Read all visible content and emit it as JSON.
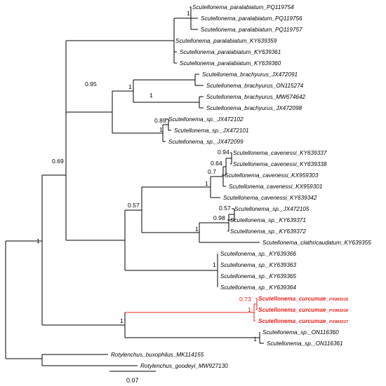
{
  "colors": {
    "branch": "#000000",
    "highlight": "#e8201c",
    "background": "#ffffff"
  },
  "scale_bar": {
    "label": "0.07"
  },
  "taxa": [
    {
      "id": "t1",
      "name": "Scutellonema_paralabiatum_PQ119754",
      "highlight": false
    },
    {
      "id": "t2",
      "name": "Scutellonema_paralabiatum_PQ119756",
      "highlight": false
    },
    {
      "id": "t3",
      "name": "Scutellonema_paralabiatum_PQ119757",
      "highlight": false
    },
    {
      "id": "t4",
      "name": "Scutellonema_paralabiatum_KY639359",
      "highlight": false
    },
    {
      "id": "t5",
      "name": "Scutellonema_paralabiatum_KY639361",
      "highlight": false
    },
    {
      "id": "t6",
      "name": "Scutellonema_paralabiatum_KY639360",
      "highlight": false
    },
    {
      "id": "t7",
      "name": "Scutellonema_brachyurus_JX472091",
      "highlight": false
    },
    {
      "id": "t8",
      "name": "Scutellonema_brachyurus_ON115274",
      "highlight": false
    },
    {
      "id": "t9",
      "name": "Scutellonema_brachyurus_MW674642",
      "highlight": false
    },
    {
      "id": "t10",
      "name": "Scutellonema_brachyurus_JX472098",
      "highlight": false
    },
    {
      "id": "t11",
      "name": "Scutellonema_sp._JX472102",
      "highlight": false
    },
    {
      "id": "t12",
      "name": "Scutellonema_sp._JX472101",
      "highlight": false
    },
    {
      "id": "t13",
      "name": "Scutellonema_sp._JX472099",
      "highlight": false
    },
    {
      "id": "t14",
      "name": "Scutellonema_cavenessi_KY639337",
      "highlight": false
    },
    {
      "id": "t15",
      "name": "Scutellonema_cavenessi_KY639338",
      "highlight": false
    },
    {
      "id": "t16",
      "name": "Scutellonema_cavenessi_KX959303",
      "highlight": false
    },
    {
      "id": "t17",
      "name": "Scutellonema_cavenessi_KX959301",
      "highlight": false
    },
    {
      "id": "t18",
      "name": "Scutellonema_cavenessi_KY639342",
      "highlight": false
    },
    {
      "id": "t19",
      "name": "Scutellonema_sp._JX472105",
      "highlight": false
    },
    {
      "id": "t20",
      "name": "Scutellonema_sp._KY639371",
      "highlight": false
    },
    {
      "id": "t21",
      "name": "Scutellonema_sp._KY639372",
      "highlight": false
    },
    {
      "id": "t22",
      "name": "Scutellonema_clathricaudatum_KY639355",
      "highlight": false
    },
    {
      "id": "t23",
      "name": "Scutellonema_sp._KY639366",
      "highlight": false
    },
    {
      "id": "t24",
      "name": "Scutellonema_sp._KY639363",
      "highlight": false
    },
    {
      "id": "t25",
      "name": "Scutellonema_sp._KY639365",
      "highlight": false
    },
    {
      "id": "t26",
      "name": "Scutellonema_sp._KY639364",
      "highlight": false
    },
    {
      "id": "t27",
      "name": "Scutellonema_curcumae_",
      "accession": "PX983035",
      "highlight": true
    },
    {
      "id": "t28",
      "name": "Scutellonema_curcumae_",
      "accession": "PX983036",
      "highlight": true
    },
    {
      "id": "t29",
      "name": "Scutellonema_curcumae_",
      "accession": "PX983037",
      "highlight": true
    },
    {
      "id": "t30",
      "name": "Scutellonema_sp._ON116360",
      "highlight": false
    },
    {
      "id": "t31",
      "name": "Scutellonema_sp._ON116361",
      "highlight": false
    },
    {
      "id": "t32",
      "name": "Rotylenchus_buxophilus_MK114155",
      "highlight": false
    },
    {
      "id": "t33",
      "name": "Rotylenchus_goodeyi_MW927130",
      "highlight": false
    }
  ],
  "support_values": [
    {
      "id": "s_root",
      "value": "1",
      "highlight": false
    },
    {
      "id": "s_0_69",
      "value": "0.69",
      "highlight": false
    },
    {
      "id": "s_0_95",
      "value": "0.95",
      "highlight": false
    },
    {
      "id": "s_para",
      "value": "1",
      "highlight": false
    },
    {
      "id": "s_para3",
      "value": "1",
      "highlight": false
    },
    {
      "id": "s_brach",
      "value": "1",
      "highlight": false
    },
    {
      "id": "s_spJX",
      "value": "0.89",
      "highlight": false
    },
    {
      "id": "s_spJX2",
      "value": "1",
      "highlight": false
    },
    {
      "id": "s_0_57",
      "value": "0.57",
      "highlight": false
    },
    {
      "id": "s_cav",
      "value": "1",
      "highlight": false
    },
    {
      "id": "s_cav_07",
      "value": "0.7",
      "highlight": false
    },
    {
      "id": "s_cav_064",
      "value": "0.64",
      "highlight": false
    },
    {
      "id": "s_cav_094",
      "value": "0.94",
      "highlight": false
    },
    {
      "id": "s_cla",
      "value": "1",
      "highlight": false
    },
    {
      "id": "s_sp_098",
      "value": "0.98",
      "highlight": false
    },
    {
      "id": "s_sp_057",
      "value": "0.57",
      "highlight": false
    },
    {
      "id": "s_sp4",
      "value": "1",
      "highlight": false
    },
    {
      "id": "s_bottom",
      "value": "1",
      "highlight": false
    },
    {
      "id": "s_curc",
      "value": "1",
      "highlight": true
    },
    {
      "id": "s_curc073",
      "value": "0.73",
      "highlight": true
    },
    {
      "id": "s_on",
      "value": "1",
      "highlight": false
    }
  ]
}
